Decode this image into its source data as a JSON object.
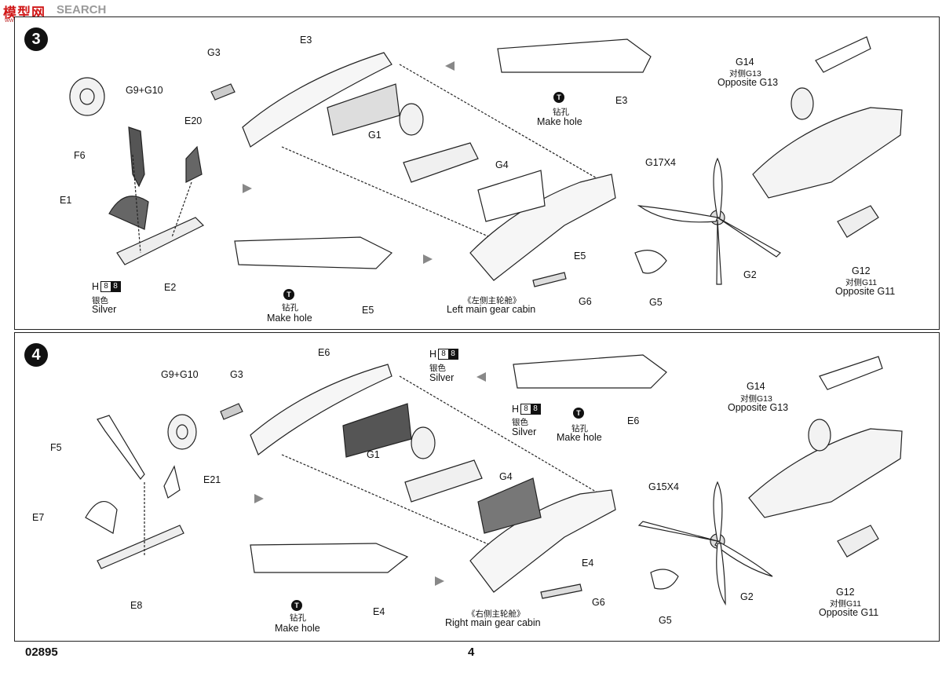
{
  "watermark": {
    "text1": "模型网",
    "text2": "SEARCH",
    "url": "www.moxing.net"
  },
  "step3": {
    "number": "3",
    "labels": {
      "g9g10": "G9+G10",
      "e20": "E20",
      "f6": "F6",
      "e1": "E1",
      "e2": "E2",
      "g3": "G3",
      "e3a": "E3",
      "e3b": "E3",
      "g1": "G1",
      "g4": "G4",
      "e5a": "E5",
      "e5b": "E5",
      "g6": "G6",
      "g14": "G14",
      "g14_cn": "对侧G13",
      "g14_en": "Opposite G13",
      "g17": "G17X4",
      "g12": "G12",
      "g12_cn": "对侧G11",
      "g12_en": "Opposite G11",
      "g2": "G2",
      "g5": "G5"
    },
    "paint": {
      "code": "H",
      "n1": "8",
      "n2": "8",
      "cn": "银色",
      "en": "Silver"
    },
    "hole_top": {
      "cn": "钻孔",
      "en": "Make hole"
    },
    "hole_bottom": {
      "cn": "钻孔",
      "en": "Make hole"
    },
    "cabin": {
      "cn": "《左侧主轮舱》",
      "en": "Left main gear cabin"
    }
  },
  "step4": {
    "number": "4",
    "labels": {
      "g9g10": "G9+G10",
      "f5": "F5",
      "e21": "E21",
      "e7": "E7",
      "e8": "E8",
      "g3": "G3",
      "e6a": "E6",
      "e6b": "E6",
      "g1": "G1",
      "g4": "G4",
      "e4a": "E4",
      "e4b": "E4",
      "g6": "G6",
      "g14": "G14",
      "g14_cn": "对侧G13",
      "g14_en": "Opposite G13",
      "g15": "G15X4",
      "g12": "G12",
      "g12_cn": "对侧G11",
      "g12_en": "Opposite G11",
      "g2": "G2",
      "g5": "G5"
    },
    "paint_a": {
      "code": "H",
      "n1": "8",
      "n2": "8",
      "cn": "银色",
      "en": "Silver"
    },
    "paint_b": {
      "code": "H",
      "n1": "8",
      "n2": "8",
      "cn": "银色",
      "en": "Silver"
    },
    "hole_top": {
      "cn": "钻孔",
      "en": "Make hole"
    },
    "hole_bottom": {
      "cn": "钻孔",
      "en": "Make hole"
    },
    "cabin": {
      "cn": "《右侧主轮舱》",
      "en": "Right main gear cabin"
    }
  },
  "footer": {
    "kit_number": "02895",
    "page_number": "4"
  }
}
